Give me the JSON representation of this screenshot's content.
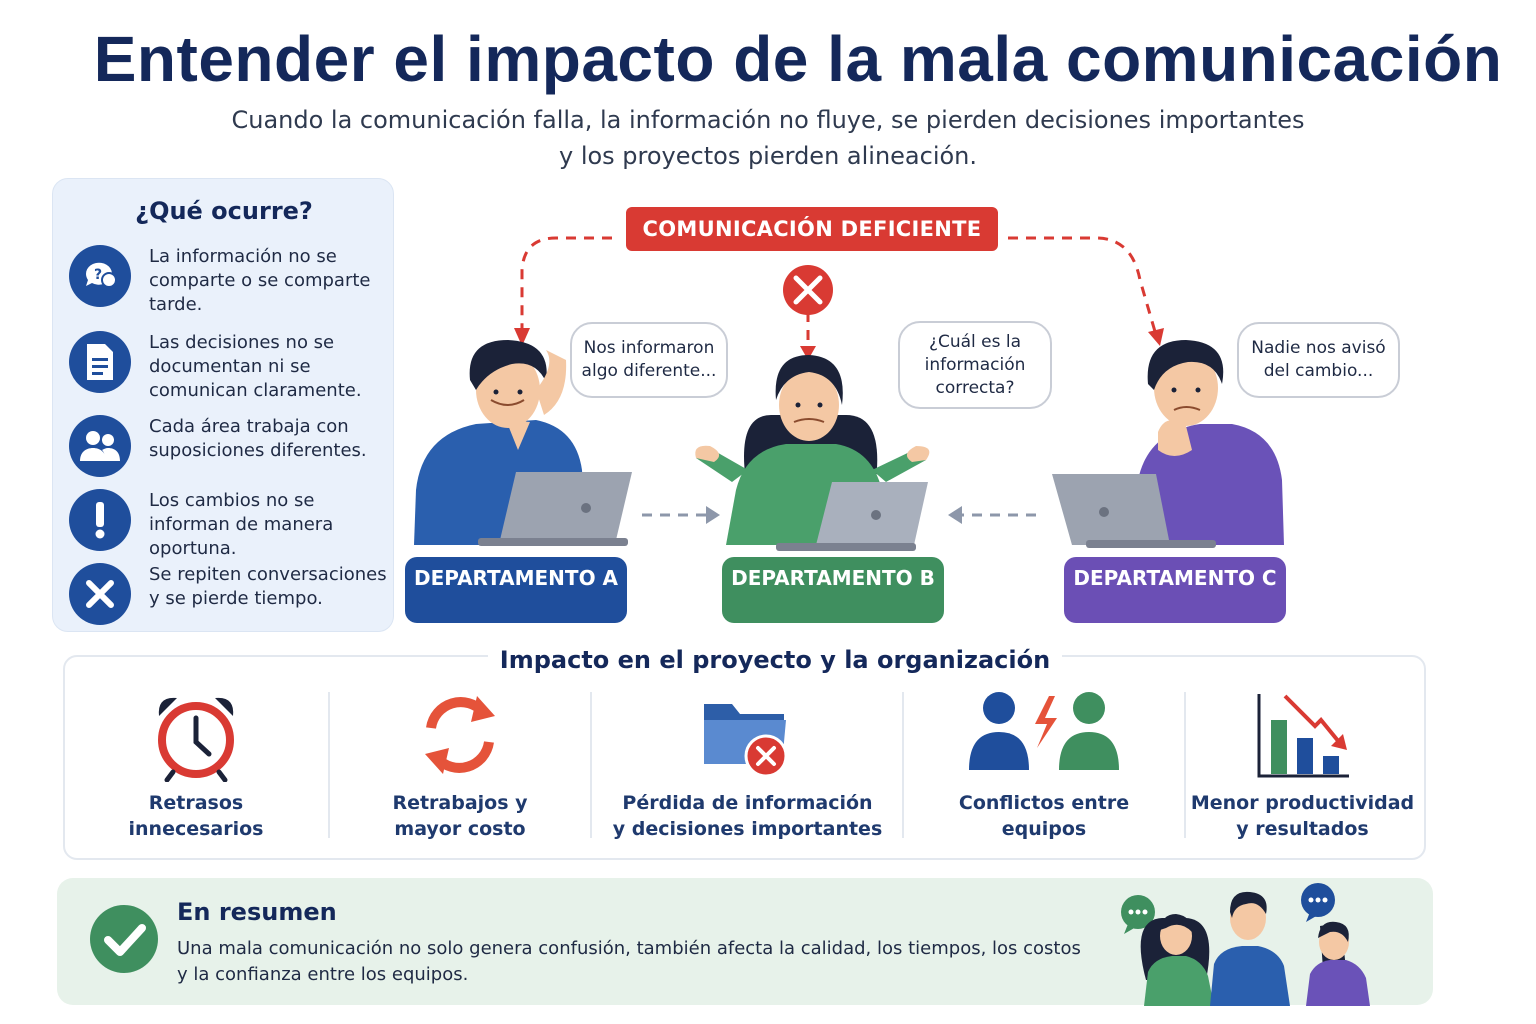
{
  "title": "Entender el impacto de la mala comunicación",
  "subtitle_line1": "Cuando la comunicación falla, la información no fluye, se pierden decisiones importantes",
  "subtitle_line2": "y los proyectos pierden alineación.",
  "left_panel": {
    "title": "¿Qué ocurre?",
    "items": [
      {
        "icon": "question-chat-icon",
        "text": "La información no se comparte o se comparte tarde."
      },
      {
        "icon": "document-icon",
        "text": "Las decisiones no se documentan ni se comunican claramente."
      },
      {
        "icon": "people-icon",
        "text": "Cada área trabaja con suposiciones diferentes."
      },
      {
        "icon": "exclamation-icon",
        "text": "Los cambios no se informan de manera oportuna."
      },
      {
        "icon": "x-icon",
        "text": "Se repiten conversaciones y se pierde tiempo."
      }
    ]
  },
  "scene": {
    "banner": "COMUNICACIÓN DEFICIENTE",
    "bubble_a": "Nos informaron algo diferente...",
    "bubble_b": "¿Cuál es la información correcta?",
    "bubble_c": "Nadie nos avisó del cambio...",
    "dept_a": "DEPARTAMENTO A",
    "dept_b": "DEPARTAMENTO B",
    "dept_c": "DEPARTAMENTO C"
  },
  "impact": {
    "title": "Impacto en el proyecto y la organización",
    "items": [
      {
        "icon": "alarm-clock-icon",
        "line1": "Retrasos",
        "line2": "innecesarios"
      },
      {
        "icon": "refresh-icon",
        "line1": "Retrabajos y",
        "line2": "mayor costo"
      },
      {
        "icon": "folder-x-icon",
        "line1": "Pérdida de información",
        "line2": "y decisiones importantes"
      },
      {
        "icon": "conflict-icon",
        "line1": "Conflictos entre",
        "line2": "equipos"
      },
      {
        "icon": "chart-down-icon",
        "line1": "Menor productividad",
        "line2": "y resultados"
      }
    ]
  },
  "summary": {
    "title": "En resumen",
    "line1": "Una mala comunicación no solo genera confusión, también afecta la calidad, los tiempos, los costos",
    "line2": "y la confianza entre los equipos."
  },
  "colors": {
    "navy": "#14285a",
    "red": "#d93a33",
    "blue": "#1f4e9c",
    "green": "#3f8f5f",
    "purple": "#6b4fb5"
  }
}
